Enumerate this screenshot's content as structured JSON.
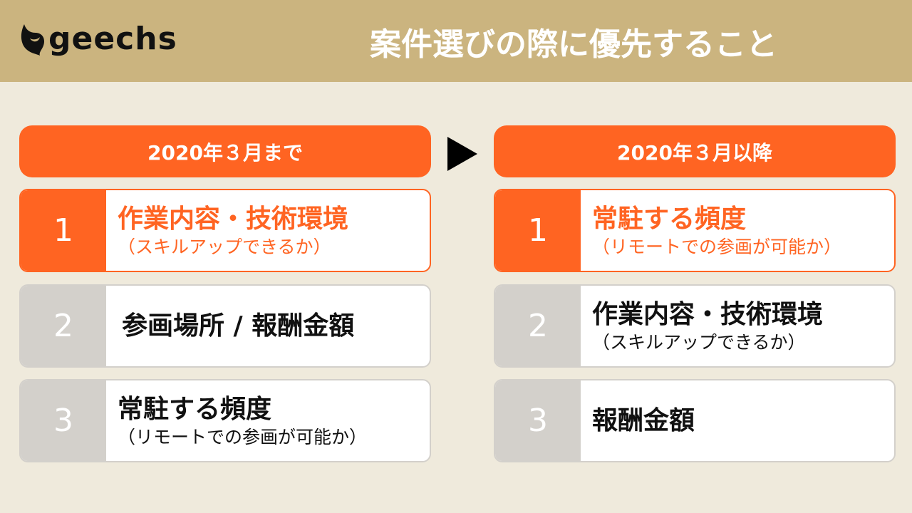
{
  "header": {
    "logo": "geechs",
    "title": "案件選びの際に優先すること"
  },
  "before": {
    "label": "2020年３月まで",
    "items": [
      {
        "rank": "1",
        "main": "作業内容・技術環境",
        "sub": "（スキルアップできるか）"
      },
      {
        "rank": "2",
        "main": "参画場所 / 報酬金額",
        "sub": ""
      },
      {
        "rank": "3",
        "main": "常駐する頻度",
        "sub": "（リモートでの参画が可能か）"
      }
    ]
  },
  "after": {
    "label": "2020年３月以降",
    "items": [
      {
        "rank": "1",
        "main": "常駐する頻度",
        "sub": "（リモートでの参画が可能か）"
      },
      {
        "rank": "2",
        "main": "作業内容・技術環境",
        "sub": "（スキルアップできるか）"
      },
      {
        "rank": "3",
        "main": "報酬金額",
        "sub": ""
      }
    ]
  },
  "colors": {
    "header": "#CBB47F",
    "background": "#EFEADC",
    "accent": "#FF6422",
    "muted": "#D3D0CB"
  }
}
